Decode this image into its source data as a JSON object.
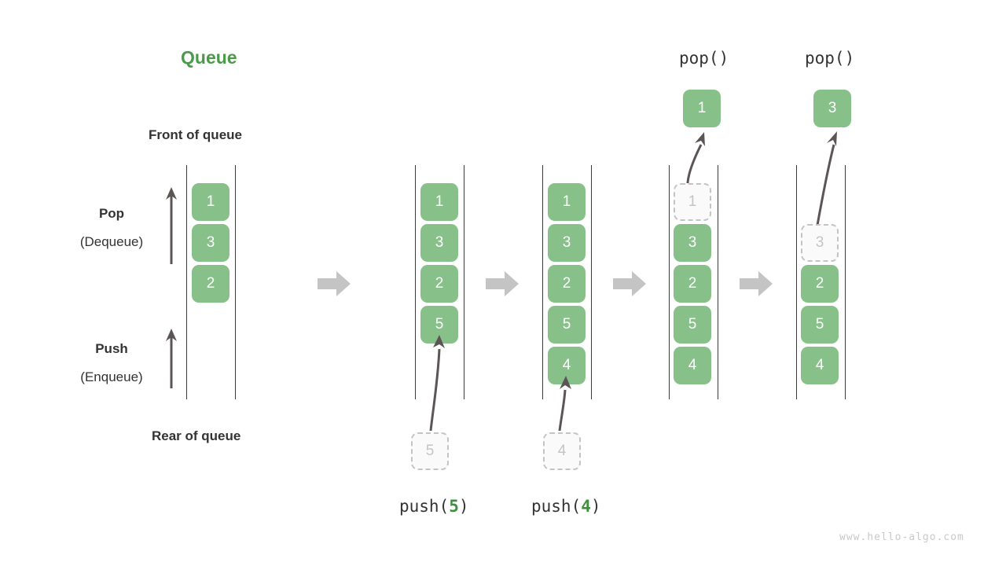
{
  "diagram": {
    "title": "Queue",
    "front_label": "Front of queue",
    "rear_label": "Rear of queue",
    "pop_label": "Pop",
    "pop_sub_label": "(Dequeue)",
    "push_label": "Push",
    "push_sub_label": "(Enqueue)",
    "watermark": "www.hello-algo.com",
    "colors": {
      "cell_fill": "#88c08a",
      "cell_text": "#ffffff",
      "ghost_fill": "#fafafa",
      "ghost_border": "#c4c4c4",
      "ghost_text": "#c4c4c4",
      "title_green": "#4a9a4a",
      "accent_green": "#3f8f3f",
      "text_dark": "#333333",
      "rail": "#3a3a3a",
      "block_arrow": "#c4c4c4",
      "thin_arrow": "#5c5555",
      "watermark": "#c9c9c9"
    }
  },
  "stages": [
    {
      "id": "initial",
      "caption": "",
      "cells": [
        "1",
        "3",
        "2"
      ]
    },
    {
      "id": "push-5",
      "caption": "push(",
      "caption_num": "5",
      "caption_tail": ")",
      "cells": [
        "1",
        "3",
        "2",
        "5"
      ],
      "incoming": "5"
    },
    {
      "id": "push-4",
      "caption": "push(",
      "caption_num": "4",
      "caption_tail": ")",
      "cells": [
        "1",
        "3",
        "2",
        "5",
        "4"
      ],
      "incoming": "4"
    },
    {
      "id": "pop-1",
      "caption": "pop()",
      "cells": [
        "1",
        "3",
        "2",
        "5",
        "4"
      ],
      "removed": "1",
      "popped": "1"
    },
    {
      "id": "pop-3",
      "caption": "pop()",
      "cells": [
        "3",
        "2",
        "5",
        "4"
      ],
      "removed": "3",
      "popped": "3"
    }
  ],
  "op_labels": {
    "pop_1": "pop()",
    "pop_2": "pop()"
  }
}
